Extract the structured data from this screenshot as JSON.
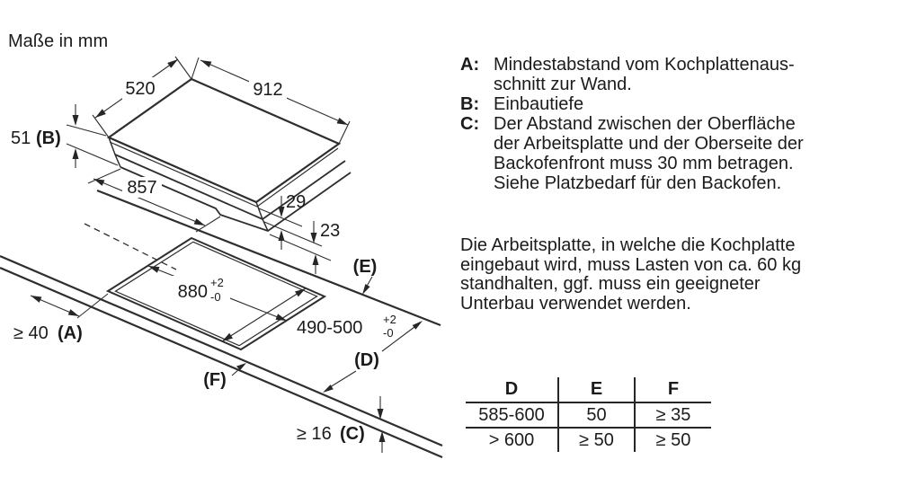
{
  "title": "Maße in mm",
  "drawing": {
    "cooktop": {
      "width": "912",
      "depth": "520",
      "base_width": "857",
      "install_depth": {
        "value": "51",
        "letter": "(B)"
      },
      "step_upper": "29",
      "step_lower": "23"
    },
    "worktop": {
      "cutout_width": {
        "value": "880",
        "tol_plus": "+2",
        "tol_minus": "-0"
      },
      "cutout_depth": {
        "value": "490-500",
        "tol_plus": "+2",
        "tol_minus": "-0"
      },
      "wall_clearance": {
        "value": "≥ 40",
        "letter": "(A)"
      },
      "thickness": {
        "value": "≥ 16",
        "letter": "(C)"
      },
      "label_back_edge": "(E)",
      "label_depth": "(D)",
      "label_front_edge": "(F)"
    }
  },
  "legend": [
    {
      "letter": "A:",
      "lines": [
        "Mindestabstand vom Kochplattenaus-",
        "schnitt zur Wand."
      ]
    },
    {
      "letter": "B:",
      "lines": [
        "Einbautiefe"
      ]
    },
    {
      "letter": "C:",
      "lines": [
        "Der Abstand zwischen der Oberfläche",
        "der Arbeitsplatte und der Oberseite der",
        "Backofenfront muss 30 mm betragen.",
        "Siehe Platzbedarf für den Backofen."
      ]
    }
  ],
  "paragraph": {
    "lines": [
      "Die Arbeitsplatte, in welche die Kochplatte",
      "eingebaut wird, muss Lasten von ca. 60 kg",
      "standhalten, ggf. muss ein geeigneter",
      "Unterbau verwendet werden."
    ]
  },
  "table": {
    "headers": [
      "D",
      "E",
      "F"
    ],
    "rows": [
      [
        "585-600",
        "50",
        "≥ 35"
      ],
      [
        "> 600",
        "≥ 50",
        "≥ 50"
      ]
    ]
  },
  "colors": {
    "text": "#1b1b1b",
    "line": "#2e2e2e",
    "background": "#ffffff"
  }
}
